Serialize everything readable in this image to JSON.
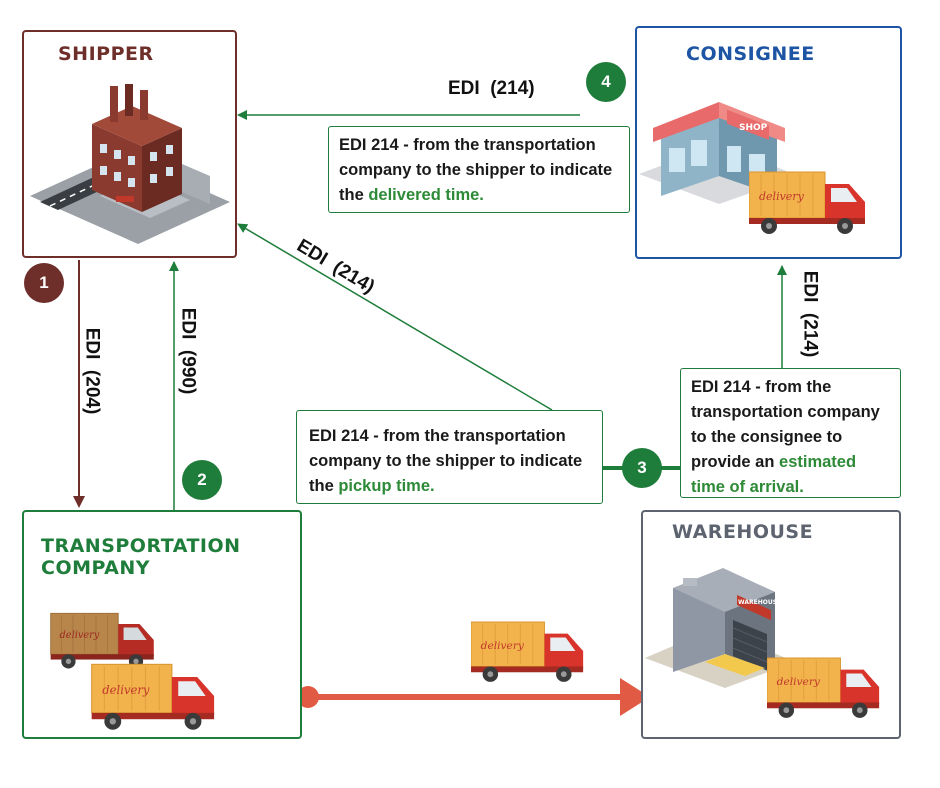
{
  "nodes": {
    "shipper": {
      "label": "SHIPPER",
      "color": "#6e2f2a"
    },
    "consignee": {
      "label": "CONSIGNEE",
      "color": "#1d54a3"
    },
    "transport": {
      "label_line1": "TRANSPORTATION",
      "label_line2": "COMPANY",
      "color": "#1e7d3a"
    },
    "warehouse": {
      "label": "WAREHOUSE",
      "color": "#5d6470"
    }
  },
  "steps": {
    "s1": "1",
    "s2": "2",
    "s3": "3",
    "s4": "4"
  },
  "edges": {
    "e204": "EDI  (204)",
    "e990": "EDI  (990)",
    "e214_diag": "EDI  (214)",
    "e214_top": "EDI  (214)",
    "e214_right": "EDI  (214)"
  },
  "callouts": {
    "delivered": {
      "prefix": "EDI 214 - from the transportation company to the shipper to indicate the ",
      "highlight": "delivered time."
    },
    "pickup": {
      "prefix": "EDI 214 - from the transportation company to the shipper to indicate the ",
      "highlight": "pickup time."
    },
    "eta": {
      "prefix": "EDI 214 - from the transportation company to the consignee to provide an ",
      "highlight": "estimated time of arrival."
    }
  },
  "illustrations": {
    "truck_text": "delivery",
    "shop_sign": "SHOP",
    "warehouse_sign": "WAREHOUSE"
  },
  "colors": {
    "shipper": "#6e2f2a",
    "green": "#1e7d3a",
    "consignee": "#1d54a3",
    "warehouse": "#5d6470",
    "red_arrow": "#e05a44"
  }
}
